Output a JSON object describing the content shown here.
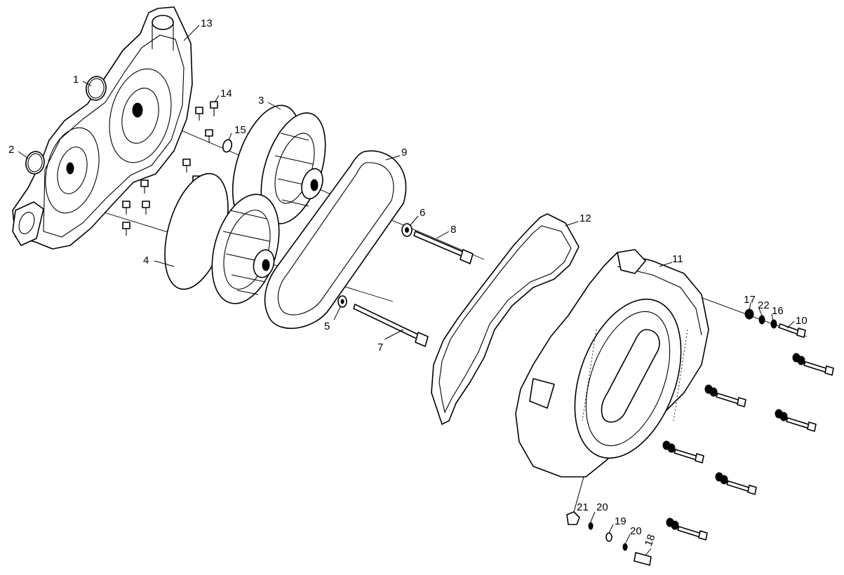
{
  "callouts": [
    {
      "id": "1",
      "label": "1"
    },
    {
      "id": "2",
      "label": "2"
    },
    {
      "id": "3",
      "label": "3"
    },
    {
      "id": "4",
      "label": "4"
    },
    {
      "id": "5",
      "label": "5"
    },
    {
      "id": "6",
      "label": "6"
    },
    {
      "id": "7",
      "label": "7"
    },
    {
      "id": "8",
      "label": "8"
    },
    {
      "id": "9",
      "label": "9"
    },
    {
      "id": "10",
      "label": "10"
    },
    {
      "id": "11",
      "label": "11"
    },
    {
      "id": "12",
      "label": "12"
    },
    {
      "id": "13",
      "label": "13"
    },
    {
      "id": "14",
      "label": "14"
    },
    {
      "id": "15",
      "label": "15"
    },
    {
      "id": "16",
      "label": "16"
    },
    {
      "id": "17",
      "label": "17"
    },
    {
      "id": "18",
      "label": "18"
    },
    {
      "id": "19",
      "label": "19"
    },
    {
      "id": "20a",
      "label": "20"
    },
    {
      "id": "20b",
      "label": "20"
    },
    {
      "id": "21",
      "label": "21"
    },
    {
      "id": "22",
      "label": "22"
    }
  ]
}
